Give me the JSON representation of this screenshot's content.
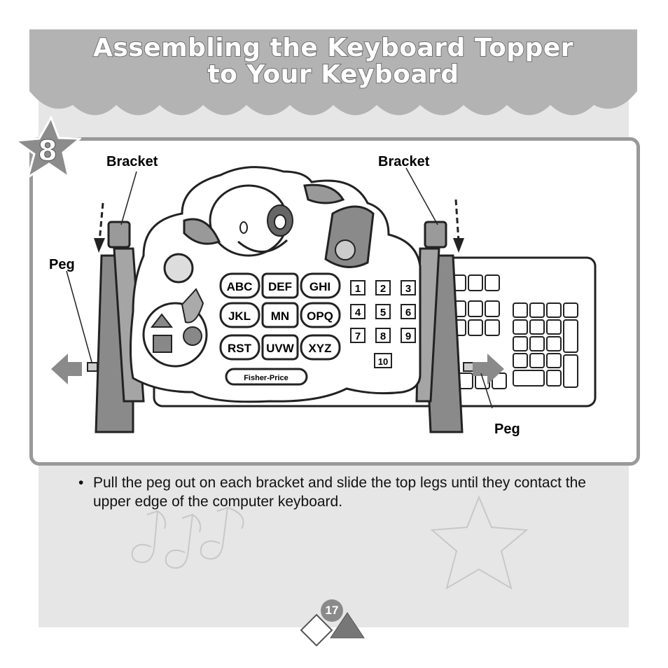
{
  "header": {
    "title_line1": "Assembling the Keyboard Topper",
    "title_line2": "to Your Keyboard"
  },
  "step": {
    "number": "8"
  },
  "callouts": {
    "bracket_left": "Bracket",
    "bracket_right": "Bracket",
    "peg_left": "Peg",
    "peg_right": "Peg"
  },
  "toy": {
    "letter_keys": [
      "ABC",
      "DEF",
      "GHI",
      "JKL",
      "MN",
      "OPQ",
      "RST",
      "UVW",
      "XYZ"
    ],
    "number_keys": [
      "1",
      "2",
      "3",
      "4",
      "5",
      "6",
      "7",
      "8",
      "9",
      "10"
    ],
    "brand": "Fisher-Price"
  },
  "instructions": {
    "bullet": "•",
    "text": "Pull the peg out on each bracket and slide the top legs until they contact the upper edge of the computer keyboard."
  },
  "footer": {
    "page_number": "17"
  },
  "colors": {
    "panel": "#e6e6e6",
    "banner": "#b3b3b3",
    "frame": "#999999",
    "arrow": "#808080"
  },
  "icons": [
    "star-icon",
    "left-arrow-icon",
    "right-arrow-icon",
    "music-notes-icon",
    "circle-icon",
    "diamond-icon",
    "triangle-icon"
  ]
}
